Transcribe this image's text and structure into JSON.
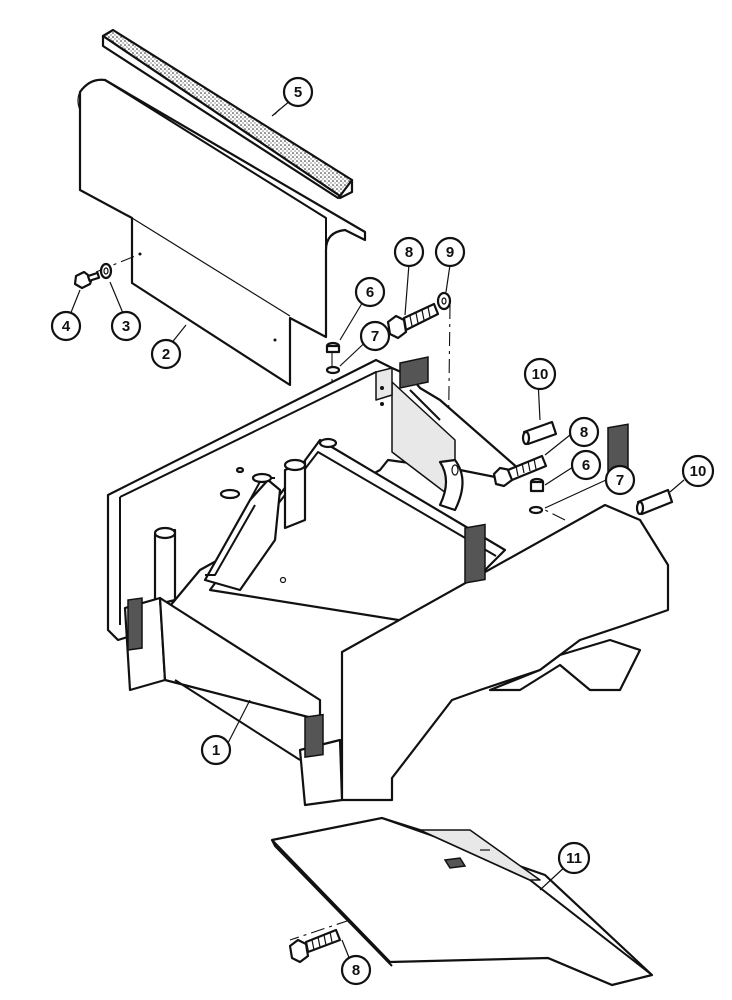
{
  "diagram": {
    "callouts": [
      {
        "id": "c1",
        "label": "1"
      },
      {
        "id": "c2",
        "label": "2"
      },
      {
        "id": "c3",
        "label": "3"
      },
      {
        "id": "c4",
        "label": "4"
      },
      {
        "id": "c5",
        "label": "5"
      },
      {
        "id": "c6a",
        "label": "6"
      },
      {
        "id": "c6b",
        "label": "6"
      },
      {
        "id": "c7a",
        "label": "7"
      },
      {
        "id": "c7b",
        "label": "7"
      },
      {
        "id": "c8a",
        "label": "8"
      },
      {
        "id": "c8b",
        "label": "8"
      },
      {
        "id": "c8c",
        "label": "8"
      },
      {
        "id": "c9",
        "label": "9"
      },
      {
        "id": "c10a",
        "label": "10"
      },
      {
        "id": "c10b",
        "label": "10"
      },
      {
        "id": "c11",
        "label": "11"
      }
    ]
  }
}
